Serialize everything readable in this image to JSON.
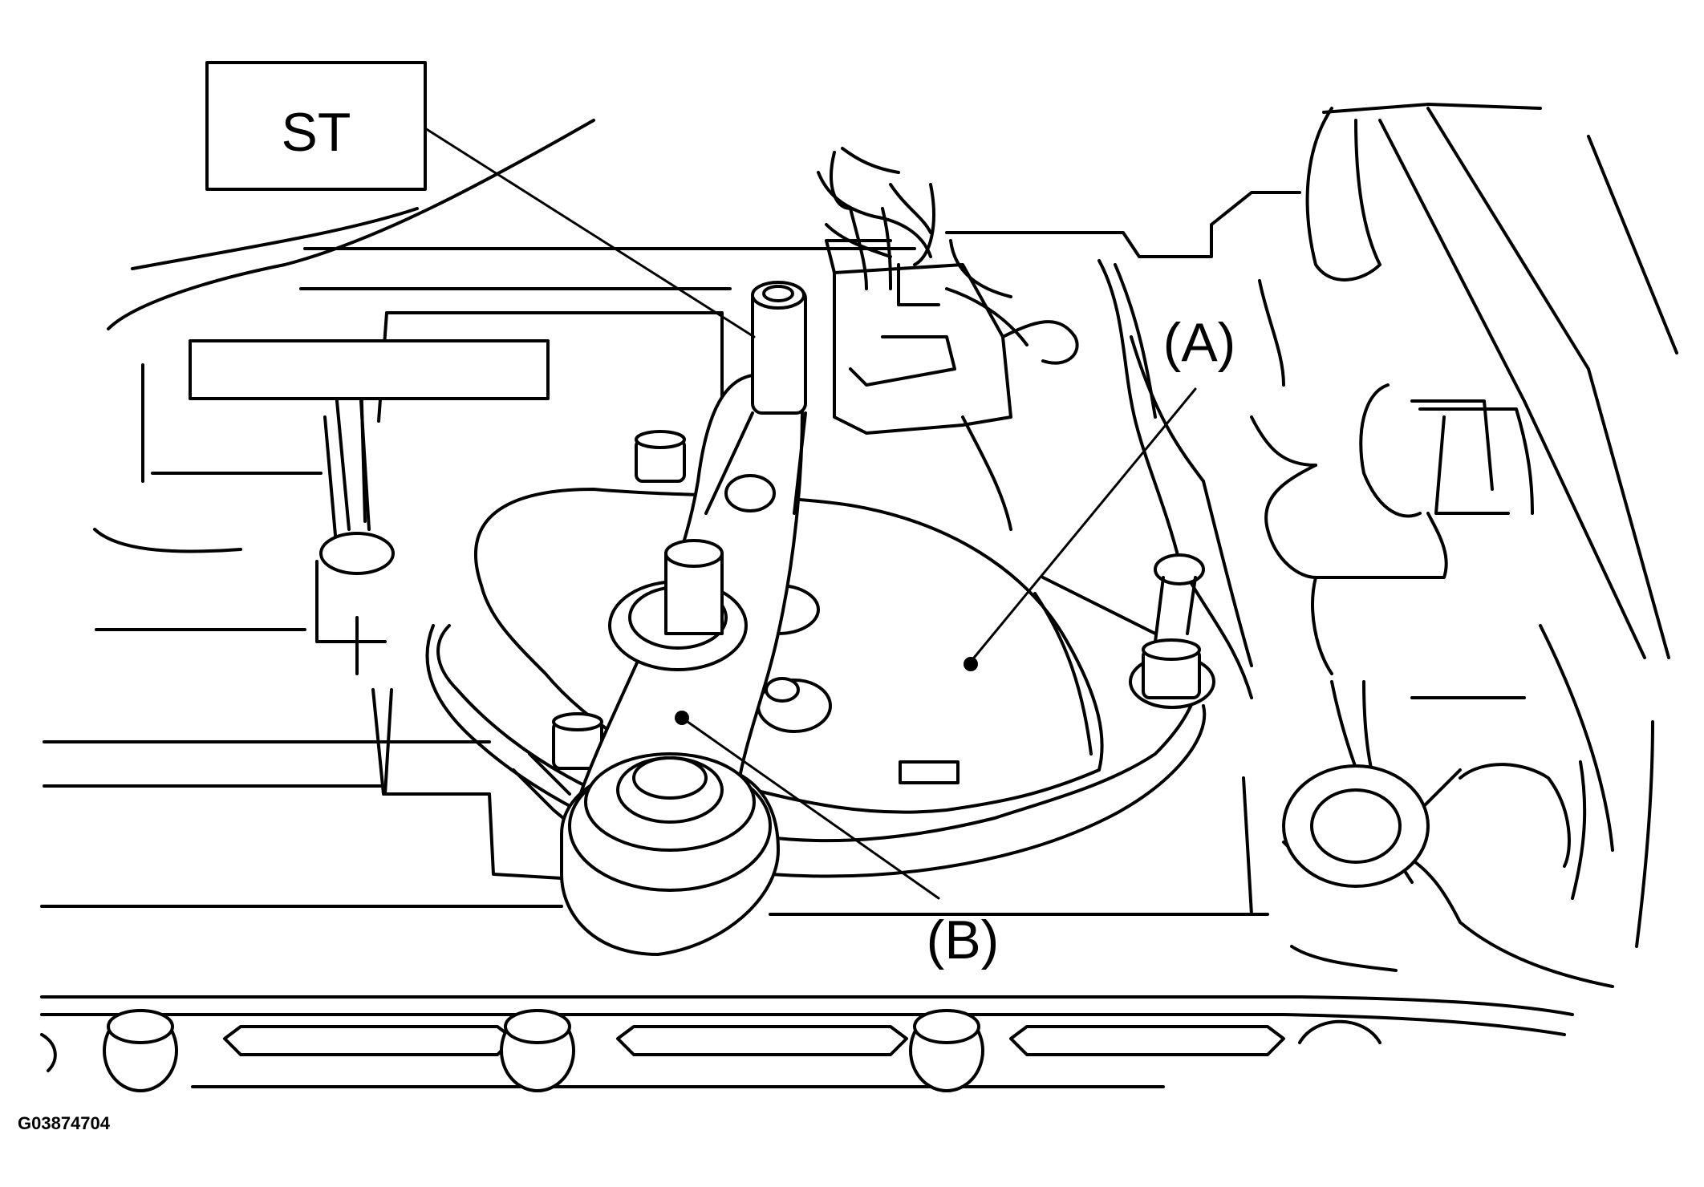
{
  "callouts": {
    "st": "ST",
    "a": "(A)",
    "b": "(B)"
  },
  "figure_code": "G03874704"
}
